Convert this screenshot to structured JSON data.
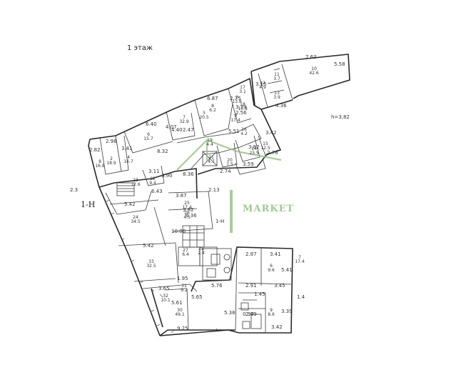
{
  "title": "1 этаж",
  "height_note": "h=3,82",
  "axis_left": "1-Н",
  "axis_center": "1-Н",
  "watermark": "MARKET",
  "colors": {
    "walls": "#2a2a2a",
    "watermark": "#8fc27a"
  },
  "rooms": [
    {
      "n": "10",
      "a": "42.6"
    },
    {
      "n": "11",
      "a": "3.7"
    },
    {
      "n": "12",
      "a": "4.9"
    },
    {
      "n": "13",
      "a": "3.9"
    },
    {
      "n": "14",
      "a": "23.5"
    },
    {
      "n": "15",
      "a": "12.5"
    },
    {
      "n": "16",
      "a": "4.2"
    },
    {
      "n": "17",
      "a": "3.1"
    },
    {
      "n": "18",
      "a": "15.9"
    },
    {
      "n": "19",
      "a": "4.4"
    },
    {
      "n": "20",
      "a": "7.5"
    },
    {
      "n": "21",
      "a": "4.7"
    },
    {
      "n": "22",
      "a": "9.4"
    },
    {
      "n": "23",
      "a": "12.6"
    },
    {
      "n": "24",
      "a": "34.5"
    },
    {
      "n": "25",
      "a": "17.4"
    },
    {
      "n": "26",
      "a": "4.5"
    },
    {
      "n": "27",
      "a": "6.4"
    },
    {
      "n": "28",
      "a": "2.4"
    },
    {
      "n": "30",
      "a": "49.1"
    },
    {
      "n": "31",
      "a": "9.2"
    },
    {
      "n": "32",
      "a": "10.1"
    },
    {
      "n": "33",
      "a": "32.5"
    },
    {
      "n": "5",
      "a": "20.5"
    },
    {
      "n": "6",
      "a": "15.7"
    },
    {
      "n": "7",
      "a": "32.9"
    },
    {
      "n": "8",
      "a": "6.2"
    },
    {
      "n": "9",
      "a": "17.4"
    },
    {
      "n": "3",
      "a": "13.8"
    },
    {
      "n": "4",
      "a": "16.7"
    },
    {
      "n": "2",
      "a": "18.9"
    },
    {
      "n": "8",
      "a": "16.8"
    },
    {
      "n": "6",
      "a": "9.6"
    },
    {
      "n": "7",
      "a": "17.4"
    },
    {
      "n": "9",
      "a": "8.6"
    }
  ],
  "dims": [
    "7.63",
    "5.58",
    "3.15",
    "2.75",
    "3.39",
    "2.56",
    "4.36",
    "6.87",
    "6.40",
    "4.07",
    "4.40",
    "2.47",
    "5.51",
    "8.32",
    "2.98",
    "2.82",
    "3.41",
    "3.42",
    "2.76",
    "3.82",
    "3.59",
    "2.74",
    "3.11",
    "3.90",
    "6.43",
    "5.42",
    "5.42",
    "3.87",
    "3.82",
    "10.06",
    "5.65",
    "5.61",
    "5.38",
    "9.25",
    "2.87",
    "3.41",
    "5.41",
    "3.45",
    "2.91",
    "2.69",
    "3.42",
    "3.39",
    "5.76",
    "1.95",
    "3.65",
    "8.36",
    "6.36",
    "1.45",
    "0.37",
    "2.3",
    "1.4",
    "2.13"
  ]
}
